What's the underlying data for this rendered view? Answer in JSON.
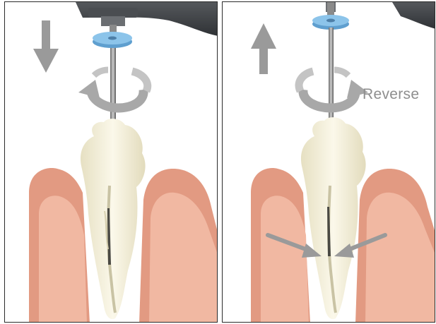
{
  "panels": [
    {
      "id": "insertion",
      "direction_arrow": "down-arrow-icon",
      "rotation": "rotation-arrow-icon"
    },
    {
      "id": "withdrawal",
      "direction_arrow": "up-arrow-icon",
      "rotation": "rotation-arrow-icon",
      "rotation_label": "Reverse",
      "indicator_arrows": [
        "arrow-left-converging-icon",
        "arrow-right-converging-icon"
      ]
    }
  ],
  "colors": {
    "arrow_gray": "#9a9a9a",
    "gum_outer": "#e29a82",
    "gum_inner": "#f0b6a0",
    "tooth": "#f3efd7",
    "stopper_blue": "#7cb8e0",
    "handpiece": "#3c3f43"
  }
}
